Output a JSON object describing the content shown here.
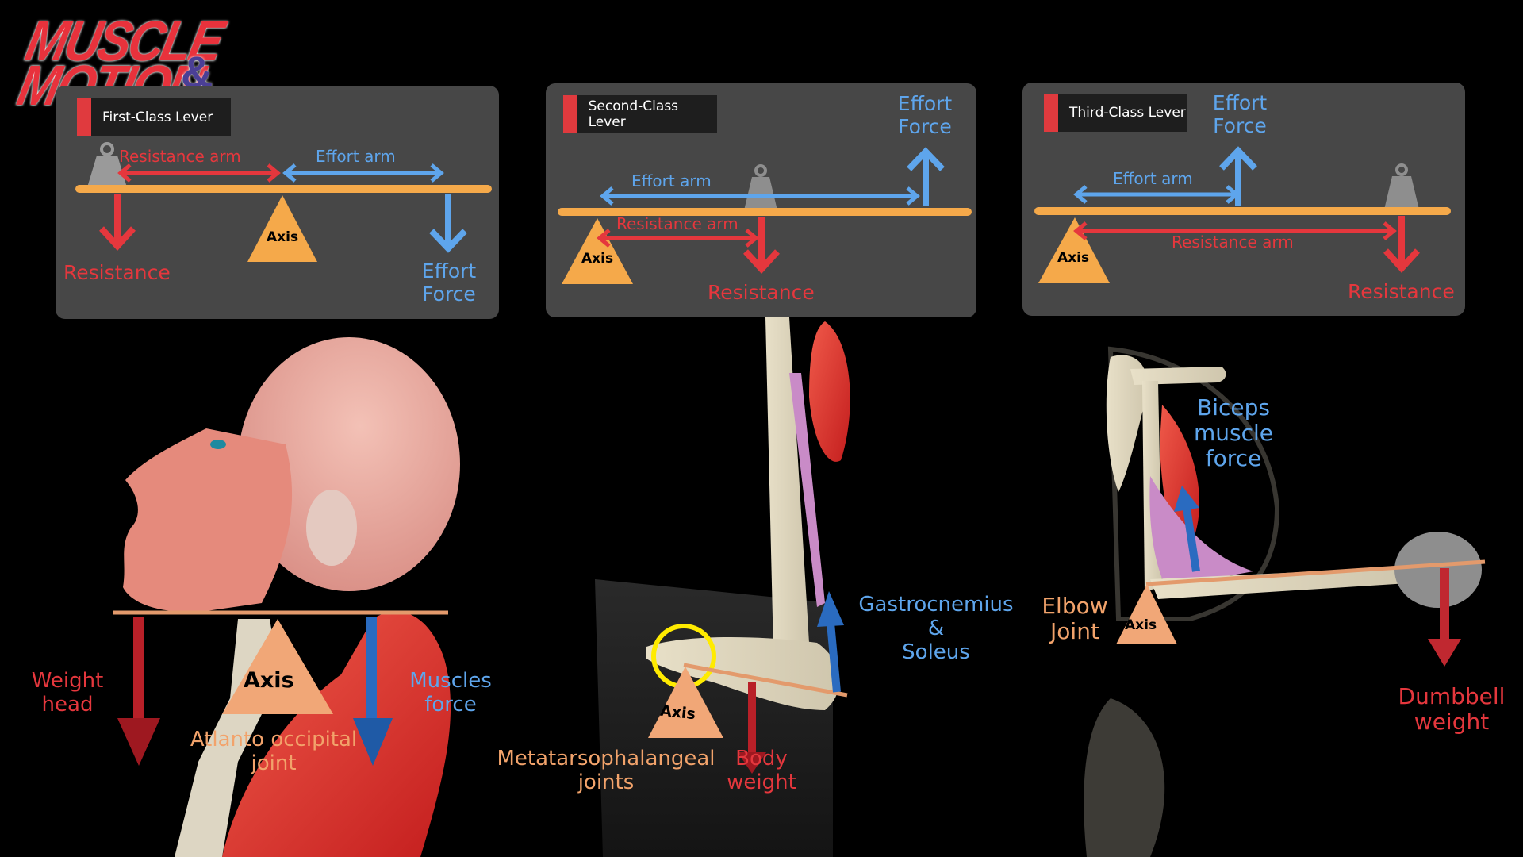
{
  "brand": {
    "line1": "MUSCLE",
    "line2": "MOTION",
    "amp": "&"
  },
  "colors": {
    "resistance": "#e5373d",
    "effort": "#5ea5ec",
    "lever_bar": "#f5a94a",
    "axis": "#f5a94a",
    "panel_bg": "#474747",
    "title_bar": "#1e1e1e",
    "title_accent": "#e03a3e",
    "joint_label": "#f2a36b",
    "highlight_ring": "#ffeb00"
  },
  "panels": [
    {
      "title": "First-Class Lever",
      "resistance_arm": "Resistance arm",
      "effort_arm": "Effort arm",
      "axis": "Axis",
      "resistance": "Resistance",
      "effort_line1": "Effort",
      "effort_line2": "Force"
    },
    {
      "title": "Second-Class Lever",
      "resistance_arm": "Resistance arm",
      "effort_arm": "Effort arm",
      "axis": "Axis",
      "resistance": "Resistance",
      "effort_line1": "Effort",
      "effort_line2": "Force"
    },
    {
      "title": "Third-Class Lever",
      "resistance_arm": "Resistance arm",
      "effort_arm": "Effort arm",
      "axis": "Axis",
      "resistance": "Resistance",
      "effort_line1": "Effort",
      "effort_line2": "Force"
    }
  ],
  "examples": [
    {
      "name": "neck",
      "axis": "Axis",
      "resistance_line1": "Weight",
      "resistance_line2": "head",
      "effort_line1": "Muscles",
      "effort_line2": "force",
      "joint_line1": "Atlanto occipital",
      "joint_line2": "joint"
    },
    {
      "name": "foot",
      "axis": "Axis",
      "resistance_line1": "Body",
      "resistance_line2": "weight",
      "effort_line1": "Gastrocnemius",
      "effort_line2": "&",
      "effort_line3": "Soleus",
      "joint_line1": "Metatarsophalangeal",
      "joint_line2": "joints"
    },
    {
      "name": "arm",
      "axis": "Axis",
      "resistance_line1": "Dumbbell",
      "resistance_line2": "weight",
      "effort_line1": "Biceps",
      "effort_line2": "muscle",
      "effort_line3": "force",
      "joint_line1": "Elbow",
      "joint_line2": "Joint"
    }
  ]
}
